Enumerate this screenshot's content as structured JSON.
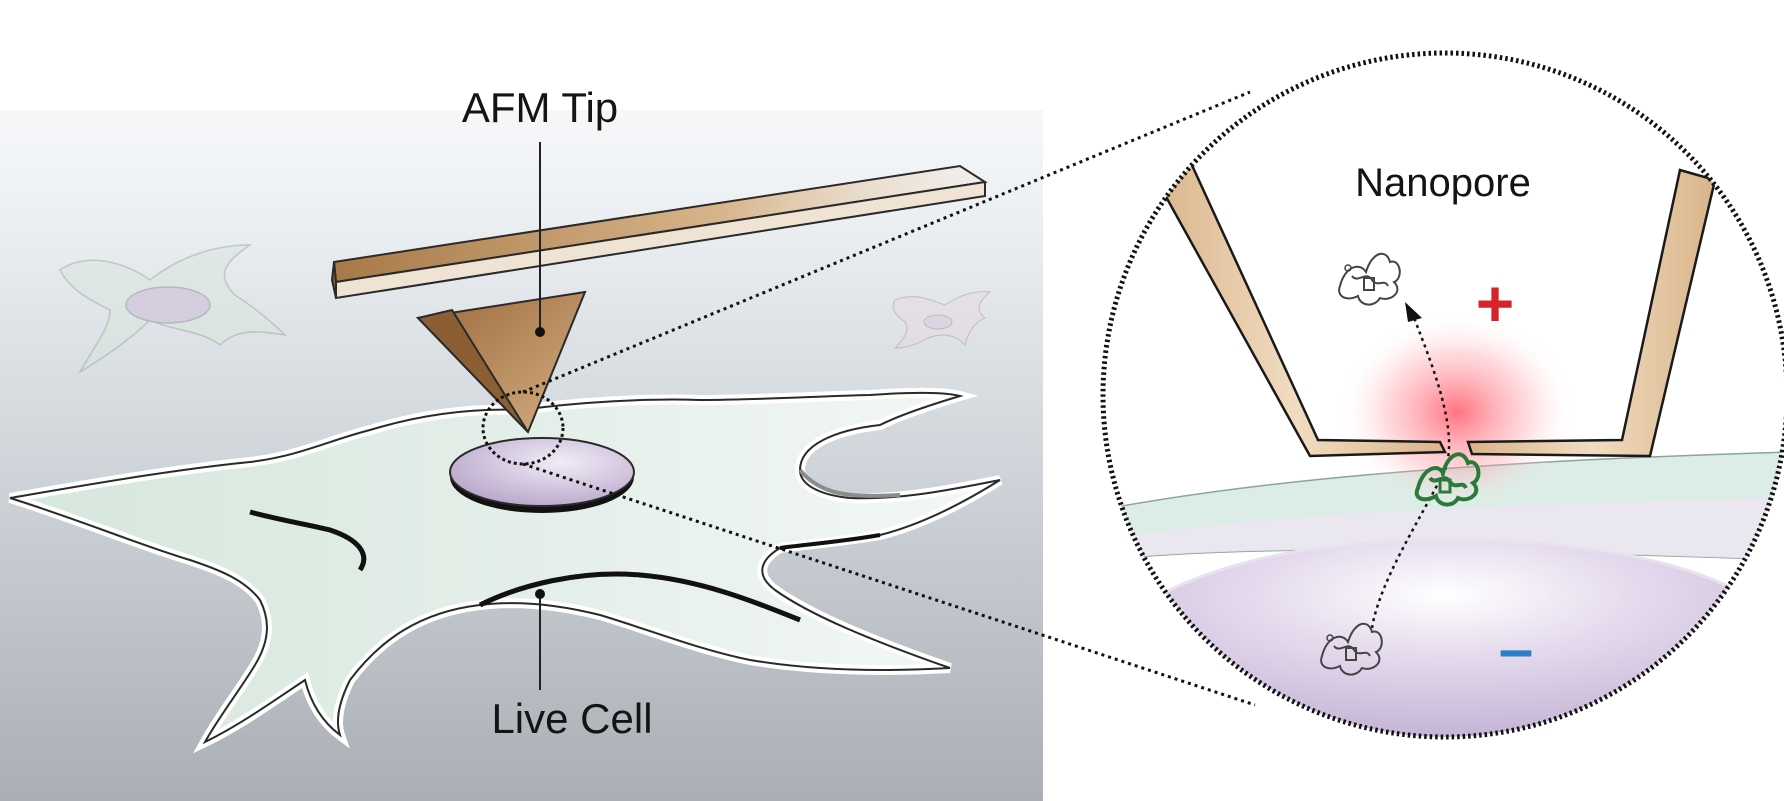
{
  "labels": {
    "afm_tip": "AFM Tip",
    "live_cell": "Live Cell",
    "nanopore": "Nanopore",
    "positive": "+",
    "negative": "–"
  },
  "colors": {
    "cantilever": "#b88a5c",
    "cell_body": "#dfece4",
    "nucleus": "#c9b7d6",
    "positive_sign": "#d6232a",
    "negative_sign": "#2a7fc9",
    "protein_in_pore": "#2a7a3a"
  }
}
